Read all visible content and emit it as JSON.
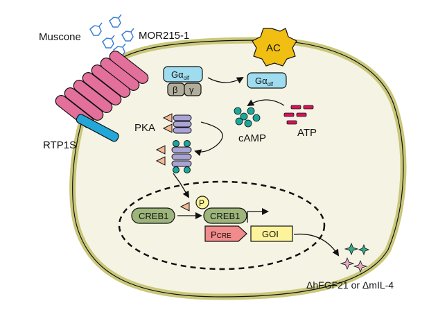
{
  "labels": {
    "muscone": "Muscone",
    "receptor": "MOR215-1",
    "ac": "AC",
    "g_alpha_left": "Gα",
    "g_alpha_left_sub": "olf",
    "g_alpha_right": "Gα",
    "g_alpha_right_sub": "olf",
    "beta": "β",
    "gamma": "γ",
    "pka": "PKA",
    "camp": "cAMP",
    "atp": "ATP",
    "rtp1s": "RTP1S",
    "phospho": "P",
    "creb_unphos": "CREB1",
    "creb_phos": "CREB1",
    "promoter_main": "P",
    "promoter_sub": "CRE",
    "goi": "GOI",
    "output": "ΔhFGF21 or ΔmIL-4"
  },
  "colors": {
    "cell_fill": "#f5f3e3",
    "membrane": "#c9c77a",
    "receptor": "#e36f9b",
    "g_protein": "#9fdcef",
    "beta_gamma": "#b0ad9a",
    "ac": "#f0bf12",
    "camp": "#1aa89b",
    "atp": "#d4135a",
    "pka_reg": "#f5b995",
    "pka_cat": "#a9a3d6",
    "creb": "#9db57a",
    "promoter": "#f28b8b",
    "goi": "#fcf39b",
    "rtp1s": "#22a7d8",
    "star_green": "#3aaa87",
    "star_pink": "#e7aac0",
    "muscone_icon": "#3a7fd5"
  }
}
